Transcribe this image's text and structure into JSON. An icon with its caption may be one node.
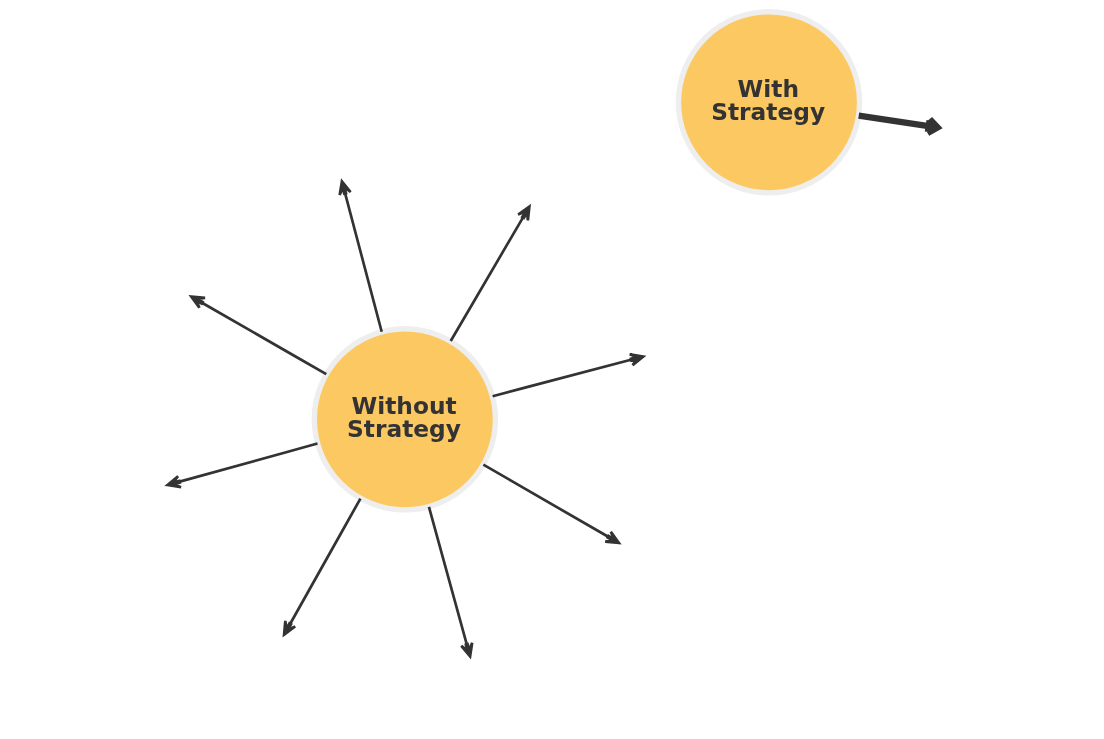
{
  "diagram": {
    "nodes": [
      {
        "text": [
          "Without Strategy"
        ]
      },
      {
        "text": [
          "With Strategy"
        ]
      }
    ],
    "edges": [
      {
        "from": 0,
        "to": null,
        "arrow": "to"
      },
      {
        "from": 0,
        "to": null,
        "arrow": "to"
      },
      {
        "from": 0,
        "to": null,
        "arrow": "to"
      },
      {
        "from": 0,
        "to": null,
        "arrow": "to"
      },
      {
        "from": 0,
        "to": null,
        "arrow": "to"
      },
      {
        "from": 0,
        "to": null,
        "arrow": "to"
      },
      {
        "from": 0,
        "to": null,
        "arrow": "to"
      },
      {
        "from": 0,
        "to": null,
        "arrow": "to"
      },
      {
        "from": 1,
        "to": null,
        "arrow": "to",
        "style": "thick"
      }
    ]
  }
}
